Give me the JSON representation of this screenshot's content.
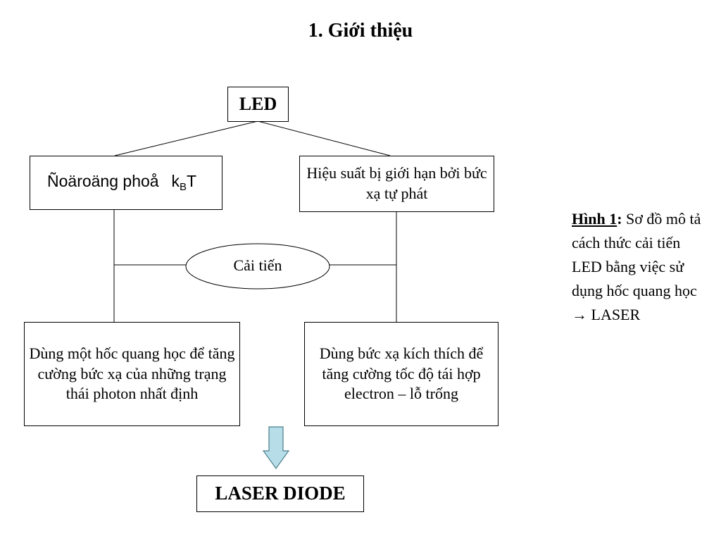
{
  "title": "1. Giới thiệu",
  "nodes": {
    "led": "LED",
    "left_top_prefix": "Ñoäroäng phoå  k",
    "left_top_sub": "B",
    "left_top_suffix": "T",
    "right_top": "Hiệu suất bị giới hạn bởi bức xạ tự phát",
    "improve": "Cải tiến",
    "left_bottom": "Dùng một hốc quang học để tăng cường bức xạ của những trạng thái photon nhất định",
    "right_bottom": "Dùng bức xạ kích thích để tăng cường tốc độ tái hợp electron – lỗ trống",
    "laser": "LASER DIODE"
  },
  "caption": {
    "label": "Hình 1",
    "colon": ":",
    "text": "Sơ đồ mô tả cách thức cải tiến LED bằng việc sử dụng hốc quang học → LASER"
  },
  "colors": {
    "arrow_fill": "#b7dde8",
    "arrow_stroke": "#4a7e8c"
  }
}
